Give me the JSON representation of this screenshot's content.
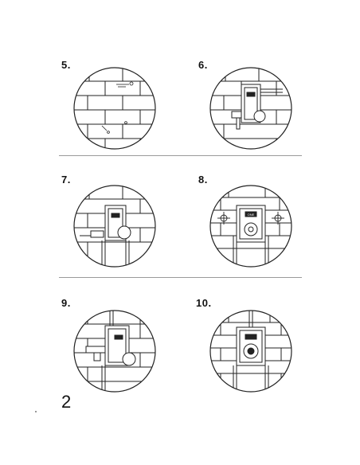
{
  "steps": [
    {
      "id": 5,
      "label": "5."
    },
    {
      "id": 6,
      "label": "6."
    },
    {
      "id": 7,
      "label": "7."
    },
    {
      "id": 8,
      "label": "8."
    },
    {
      "id": 9,
      "label": "9."
    },
    {
      "id": 10,
      "label": "10."
    }
  ],
  "badge_text": "ONE",
  "page_number": "2",
  "colors": {
    "line": "#222222",
    "divider": "#9a9a9a",
    "background": "#ffffff"
  }
}
